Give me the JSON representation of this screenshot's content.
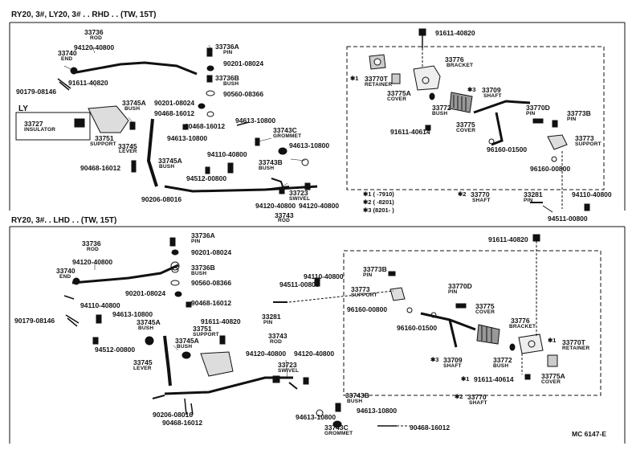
{
  "rhd": {
    "title": "RY20, 3#, LY20, 3# . . RHD . . (TW, 15T)",
    "labels": {
      "p33736": "33736",
      "p33736_sub": "ROD",
      "p94120a": "94120-40800",
      "p33740": "33740",
      "p33740_sub": "END",
      "p90179": "90179-08146",
      "p91611a": "91611-40820",
      "ly": "LY",
      "p33727": "33727",
      "p33727_sub": "INSULATOR",
      "p33745a_1": "33745A",
      "p33745a_1_sub": "BUSH",
      "p33751": "33751",
      "p33751_sub": "SUPPORT",
      "p33745": "33745",
      "p33745_sub": "LEVER",
      "p33745a_2": "33745A",
      "p33745a_2_sub": "BUSH",
      "p94613a": "94613-10800",
      "p90468a": "90468-16012",
      "p90206": "90206-08016",
      "p33736a": "33736A",
      "p33736a_sub": "PIN",
      "p90201a": "90201-08024",
      "p33736b": "33736B",
      "p33736b_sub": "BUSH",
      "p90560": "90560-08366",
      "p90201b": "90201-08024",
      "p90468b": "90468-16012",
      "p90468c": "90468-16012",
      "p94613b": "94613-10800",
      "p33743c": "33743C",
      "p33743c_sub": "GROMMET",
      "p94613c": "94613-10800",
      "p94110a": "94110-40800",
      "p94512": "94512-00800",
      "p33743b": "33743B",
      "p33743b_sub": "BUSH",
      "p33723": "33723",
      "p33723_sub": "SWIVEL",
      "p94120b": "94120-40800",
      "p94120c": "94120-40800",
      "p33743": "33743",
      "p33743_sub": "ROD",
      "p91611b": "91611-40820",
      "p33776": "33776",
      "p33776_sub": "BRACKET",
      "p33770t": "33770T",
      "p33770t_sub": "RETAINER",
      "p33775a": "33775A",
      "p33775a_sub": "COVER",
      "p33709": "33709",
      "p33709_sub": "SHAFT",
      "p33772": "33772",
      "p33772_sub": "BUSH",
      "p33770d": "33770D",
      "p33770d_sub": "PIN",
      "p33773b": "33773B",
      "p33773b_sub": "PIN",
      "p91611c": "91611-40614",
      "p33775": "33775",
      "p33775_sub": "COVER",
      "p33773": "33773",
      "p33773_sub": "SUPPORT",
      "p96160a": "96160-01500",
      "p96160b": "96160-00800",
      "p33770": "33770",
      "p33770_sub": "SHAFT",
      "p33281": "33281",
      "p33281_sub": "PIN",
      "p94110b": "94110-40800",
      "p94511": "94511-00800",
      "star1": "✱1",
      "star2": "✱2",
      "star3": "✱3",
      "note1": "✱1 (      -7910)",
      "note2": "✱2 (      -8201)",
      "note3": "✱3 (8201-      )"
    }
  },
  "lhd": {
    "title": "RY20, 3#. . LHD . . (TW, 15T)",
    "labels": {
      "p33736": "33736",
      "p33736_sub": "ROD",
      "p94120a": "94120-40800",
      "p33740": "33740",
      "p33740_sub": "END",
      "p94110a": "94110-40800",
      "p90179": "90179-08146",
      "p94613a": "94613-10800",
      "p33745a_1": "33745A",
      "p33745a_1_sub": "BUSH",
      "p94512": "94512-00800",
      "p33745": "33745",
      "p33745_sub": "LEVER",
      "p90206": "90206-08016",
      "p90468a": "90468-16012",
      "p33736a": "33736A",
      "p33736a_sub": "PIN",
      "p90201a": "90201-08024",
      "p33736b": "33736B",
      "p33736b_sub": "BUSH",
      "p90201b": "90201-08024",
      "p90560": "90560-08366",
      "p90468b": "90468-16012",
      "p91611a": "91611-40820",
      "p33751": "33751",
      "p33751_sub": "SUPPORT",
      "p33745a_2": "33745A",
      "p33745a_2_sub": "BUSH",
      "p33743": "33743",
      "p33743_sub": "ROD",
      "p94120b": "94120-40800",
      "p94120c": "94120-40800",
      "p33723": "33723",
      "p33723_sub": "SWIVEL",
      "p94613b": "94613-10800",
      "p33743b": "33743B",
      "p33743b_sub": "BUSH",
      "p94613c": "94613-10800",
      "p33743c": "33743C",
      "p33743c_sub": "GROMMET",
      "p90468c": "90468-16012",
      "p94110b": "94110-40800",
      "p94511": "94511-00800",
      "p33773": "33773",
      "p33773_sub": "SUPPORT",
      "p33281": "33281",
      "p33281_sub": "PIN",
      "p33773b": "33773B",
      "p33773b_sub": "PIN",
      "p33770d": "33770D",
      "p33770d_sub": "PIN",
      "p96160a": "96160-00800",
      "p96160b": "96160-01500",
      "p33775": "33775",
      "p33775_sub": "COVER",
      "p33776": "33776",
      "p33776_sub": "BRACKET",
      "p33709": "33709",
      "p33709_sub": "SHAFT",
      "p33772": "33772",
      "p33772_sub": "BUSH",
      "p33770t": "33770T",
      "p33770t_sub": "RETAINER",
      "p91611b": "91611-40820",
      "p91611c": "91611-40614",
      "p33775a": "33775A",
      "p33775a_sub": "COVER",
      "p33770": "33770",
      "p33770_sub": "SHAFT",
      "star1a": "✱1",
      "star1b": "✱1",
      "star2": "✱2",
      "star3": "✱3"
    }
  },
  "footer": {
    "code": "MC  6147-E"
  }
}
